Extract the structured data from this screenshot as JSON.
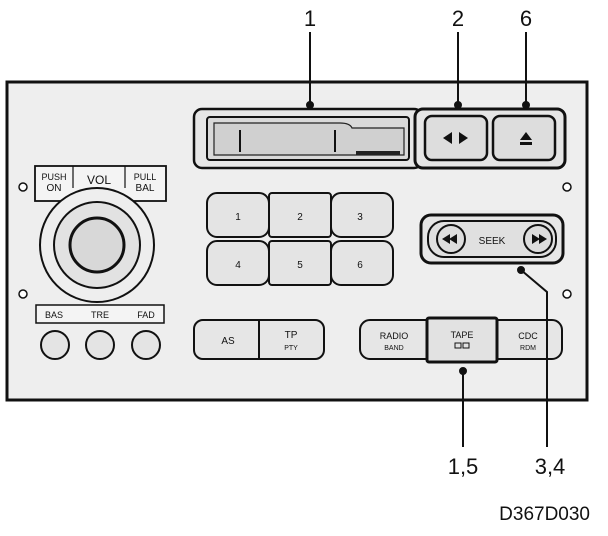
{
  "callouts": {
    "c1": "1",
    "c2": "2",
    "c6": "6",
    "c15": "1,5",
    "c34": "3,4"
  },
  "figure_code": "D367D030",
  "controls": {
    "push_on_line1": "PUSH",
    "push_on_line2": "ON",
    "vol": "VOL",
    "pull_bal_line1": "PULL",
    "pull_bal_line2": "BAL",
    "bas": "BAS",
    "tre": "TRE",
    "fad": "FAD",
    "presets": [
      "1",
      "2",
      "3",
      "4",
      "5",
      "6"
    ],
    "seek": "SEEK",
    "as": "AS",
    "tp": "TP",
    "pty": "PTY",
    "radio": "RADIO",
    "band": "BAND",
    "tape": "TAPE",
    "cdc": "CDC",
    "rdm": "RDM"
  }
}
